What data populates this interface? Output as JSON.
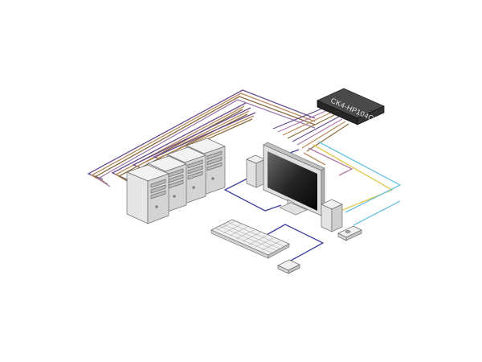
{
  "switch": {
    "label": "CK4-HP104C"
  },
  "devices": {
    "computers": [
      "computer-1",
      "computer-2",
      "computer-3",
      "computer-4"
    ],
    "peripherals": [
      "monitor",
      "left-speaker",
      "right-speaker",
      "keyboard",
      "mouse",
      "usb-hub"
    ]
  },
  "cable_colors": {
    "video": "#6a4f8f",
    "usb": "#b98a5a",
    "audio_brown": "#8a6a3a",
    "audio_yellow": "#e0c84a",
    "blue": "#3d3f9e",
    "cyan": "#69c2e0",
    "mauve": "#b07aa8"
  }
}
